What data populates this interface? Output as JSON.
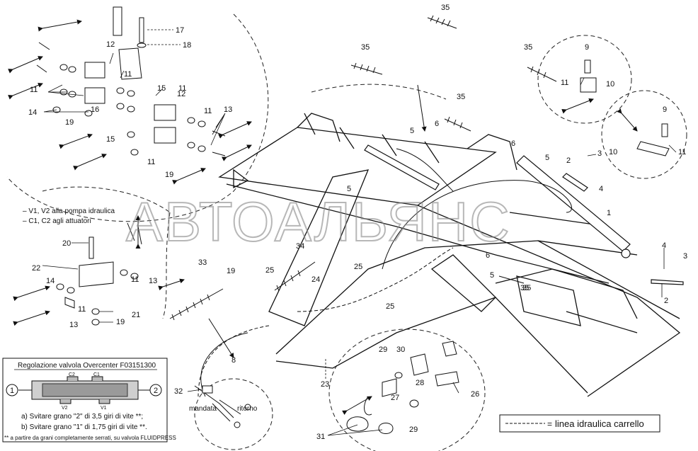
{
  "watermark": "АВТОАЛЬЯНС",
  "valve_notes": {
    "line1": "– V1, V2 alla pompa idraulica",
    "line2": "– C1, C2 agli attuatori"
  },
  "overcenter_box": {
    "title": "Regolazione valvola Overcenter F03151300",
    "port_left": "1",
    "port_right": "2",
    "c2": "C2",
    "c1": "C1",
    "v2": "V2",
    "v1": "V1",
    "step_a": "a) Svitare grano \"2\" di 3,5 giri di vite **;",
    "step_b": "b) Svitare grano \"1\" di 1,75 giri di vite **.",
    "footnote": "** a partire da grani completamente serrati, su valvola FLUIDPRESS"
  },
  "hose_labels": {
    "mandata": "mandata",
    "ritorno": "ritorno"
  },
  "legend": {
    "text": "linea idraulica carrello",
    "symbol": "="
  },
  "callouts": [
    {
      "id": "c-35a",
      "text": "35"
    },
    {
      "id": "c-35b",
      "text": "35"
    },
    {
      "id": "c-35c",
      "text": "35"
    },
    {
      "id": "c-35d",
      "text": "35"
    },
    {
      "id": "c-35e",
      "text": "35"
    },
    {
      "id": "c-17",
      "text": "17"
    },
    {
      "id": "c-18",
      "text": "18"
    },
    {
      "id": "c-12a",
      "text": "12"
    },
    {
      "id": "c-11a",
      "text": "11"
    },
    {
      "id": "c-15a",
      "text": "15"
    },
    {
      "id": "c-11b",
      "text": "11"
    },
    {
      "id": "c-12b",
      "text": "12"
    },
    {
      "id": "c-11c",
      "text": "11"
    },
    {
      "id": "c-13a",
      "text": "13"
    },
    {
      "id": "c-11d",
      "text": "11"
    },
    {
      "id": "c-14",
      "text": "14"
    },
    {
      "id": "c-19a",
      "text": "19"
    },
    {
      "id": "c-16",
      "text": "16"
    },
    {
      "id": "c-15b",
      "text": "15"
    },
    {
      "id": "c-11e",
      "text": "11"
    },
    {
      "id": "c-19b",
      "text": "19"
    },
    {
      "id": "c-9a",
      "text": "9"
    },
    {
      "id": "c-11f",
      "text": "11"
    },
    {
      "id": "c-10a",
      "text": "10"
    },
    {
      "id": "c-9b",
      "text": "9"
    },
    {
      "id": "c-10b",
      "text": "10"
    },
    {
      "id": "c-11g",
      "text": "11"
    },
    {
      "id": "c-5a",
      "text": "5"
    },
    {
      "id": "c-6a",
      "text": "6"
    },
    {
      "id": "c-6b",
      "text": "6"
    },
    {
      "id": "c-5b",
      "text": "5"
    },
    {
      "id": "c-2a",
      "text": "2"
    },
    {
      "id": "c-3a",
      "text": "3"
    },
    {
      "id": "c-4a",
      "text": "4"
    },
    {
      "id": "c-1",
      "text": "1"
    },
    {
      "id": "c-4b",
      "text": "4"
    },
    {
      "id": "c-3b",
      "text": "3"
    },
    {
      "id": "c-2b",
      "text": "2"
    },
    {
      "id": "c-5c",
      "text": "5"
    },
    {
      "id": "c-6c",
      "text": "6"
    },
    {
      "id": "c-5d",
      "text": "5"
    },
    {
      "id": "c-35f",
      "text": "35"
    },
    {
      "id": "c-24",
      "text": "24"
    },
    {
      "id": "c-25a",
      "text": "25"
    },
    {
      "id": "c-25b",
      "text": "25"
    },
    {
      "id": "c-25c",
      "text": "25"
    },
    {
      "id": "c-34",
      "text": "34"
    },
    {
      "id": "c-33",
      "text": "33"
    },
    {
      "id": "c-19c",
      "text": "19"
    },
    {
      "id": "c-20",
      "text": "20"
    },
    {
      "id": "c-22",
      "text": "22"
    },
    {
      "id": "c-11h",
      "text": "11"
    },
    {
      "id": "c-13b",
      "text": "13"
    },
    {
      "id": "c-14b",
      "text": "14"
    },
    {
      "id": "c-11i",
      "text": "11"
    },
    {
      "id": "c-13c",
      "text": "13"
    },
    {
      "id": "c-21",
      "text": "21"
    },
    {
      "id": "c-19d",
      "text": "19"
    },
    {
      "id": "c-8",
      "text": "8"
    },
    {
      "id": "c-23",
      "text": "23"
    },
    {
      "id": "c-32",
      "text": "32"
    },
    {
      "id": "c-29a",
      "text": "29"
    },
    {
      "id": "c-30",
      "text": "30"
    },
    {
      "id": "c-28",
      "text": "28"
    },
    {
      "id": "c-27",
      "text": "27"
    },
    {
      "id": "c-26",
      "text": "26"
    },
    {
      "id": "c-29b",
      "text": "29"
    },
    {
      "id": "c-31",
      "text": "31"
    }
  ]
}
